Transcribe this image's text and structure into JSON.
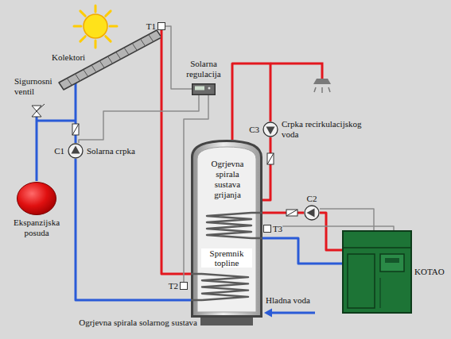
{
  "diagram": {
    "nodes": [
      {
        "text": [
          "Kolektori"
        ]
      },
      {
        "text": [
          "T1"
        ]
      },
      {
        "text": [
          "Solarna regulacija"
        ]
      },
      {
        "text": [
          "C1",
          "Solarna crpka"
        ]
      },
      {
        "text": [
          "Ekspanzijska posuda"
        ]
      },
      {
        "text": [
          "Spremnik topline"
        ]
      },
      {
        "text": [
          "C3",
          "Crpka recirkulacijskog voda"
        ]
      },
      {
        "text": [
          "C2"
        ]
      },
      {
        "text": [
          "T3"
        ]
      },
      {
        "text": [
          "T2"
        ]
      },
      {
        "text": [
          "KOTAO"
        ]
      }
    ],
    "edges": [
      {
        "from": 0,
        "to": 3,
        "arrow": "none"
      },
      {
        "from": 3,
        "to": 5,
        "arrow": "none"
      },
      {
        "from": 1,
        "to": 5,
        "arrow": "none"
      },
      {
        "from": 2,
        "to": 1,
        "arrow": "none"
      },
      {
        "from": 2,
        "to": 3,
        "arrow": "none"
      },
      {
        "from": 2,
        "to": 9,
        "arrow": "none"
      },
      {
        "from": 5,
        "to": 6,
        "arrow": "none"
      },
      {
        "from": 6,
        "to": 5,
        "arrow": "none"
      },
      {
        "from": 5,
        "to": 7,
        "arrow": "none"
      },
      {
        "from": 7,
        "to": 10,
        "arrow": "none"
      },
      {
        "from": 5,
        "to": 10,
        "arrow": "none"
      },
      {
        "from": 7,
        "to": 10,
        "arrow": "none"
      },
      {
        "from": 8,
        "to": 10,
        "arrow": "none"
      }
    ],
    "labels": [
      "Sigurnosni ventil",
      "Ogrjevna spirala sustava grijanja",
      "Hladna voda",
      "Ogrjevna spirala solarnog sustava"
    ]
  }
}
